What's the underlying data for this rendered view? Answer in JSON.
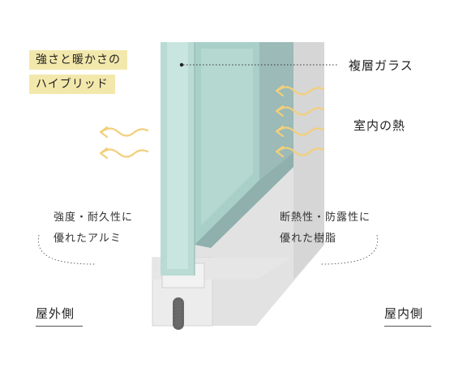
{
  "headline": {
    "line1": "強さと暖かさの",
    "line2": "ハイブリッド"
  },
  "callouts": {
    "glass": "複層ガラス",
    "heat": "室内の熱"
  },
  "aluminum": {
    "line1": "強度・耐久性に",
    "line2": "優れたアルミ"
  },
  "resin": {
    "line1": "断熱性・防露性に",
    "line2": "優れた樹脂"
  },
  "sides": {
    "outdoor": "屋外側",
    "indoor": "屋内側"
  },
  "colors": {
    "highlight": "#f3e8ac",
    "heat_arrow": "#f2cf7a",
    "glass_outer": "#a6cfc7",
    "glass_inner": "#9fbfbd",
    "frame_resin": "#dcdcdc",
    "frame_aluminum": "#e8e8e8"
  },
  "icons": {
    "heat": "wavy-arrow-left-icon",
    "gasket": "gasket-icon"
  }
}
